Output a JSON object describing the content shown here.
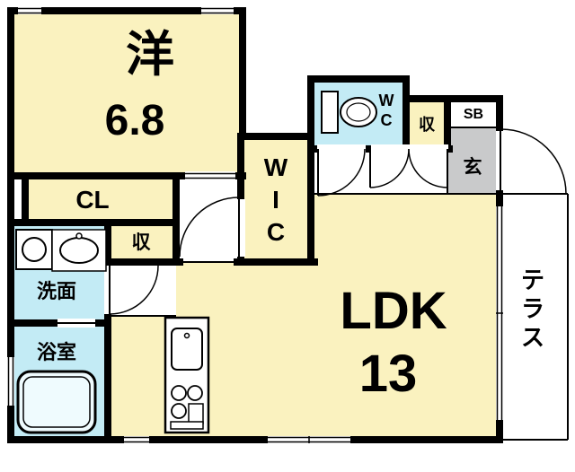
{
  "floorplan": {
    "rooms": {
      "western": {
        "name": "洋",
        "size": "6.8"
      },
      "closet": {
        "label": "CL"
      },
      "wic": {
        "chars": [
          "W",
          "I",
          "C"
        ]
      },
      "wc": {
        "chars": [
          "W",
          "C"
        ]
      },
      "storage_upper": {
        "label": "収"
      },
      "storage_lower": {
        "label": "収"
      },
      "shoebox": {
        "label": "SB"
      },
      "entrance": {
        "label": "玄"
      },
      "washroom": {
        "label": "洗面"
      },
      "bathroom": {
        "label": "浴室"
      },
      "ldk": {
        "name": "LDK",
        "size": "13"
      },
      "terrace": {
        "chars": [
          "テ",
          "ラ",
          "ス"
        ]
      }
    },
    "colors": {
      "room_yellow": "#FAF2BF",
      "water_blue": "#C3EBF5",
      "entry_gray": "#C9CACB",
      "wall_black": "#000000",
      "background": "#FFFFFF"
    }
  }
}
